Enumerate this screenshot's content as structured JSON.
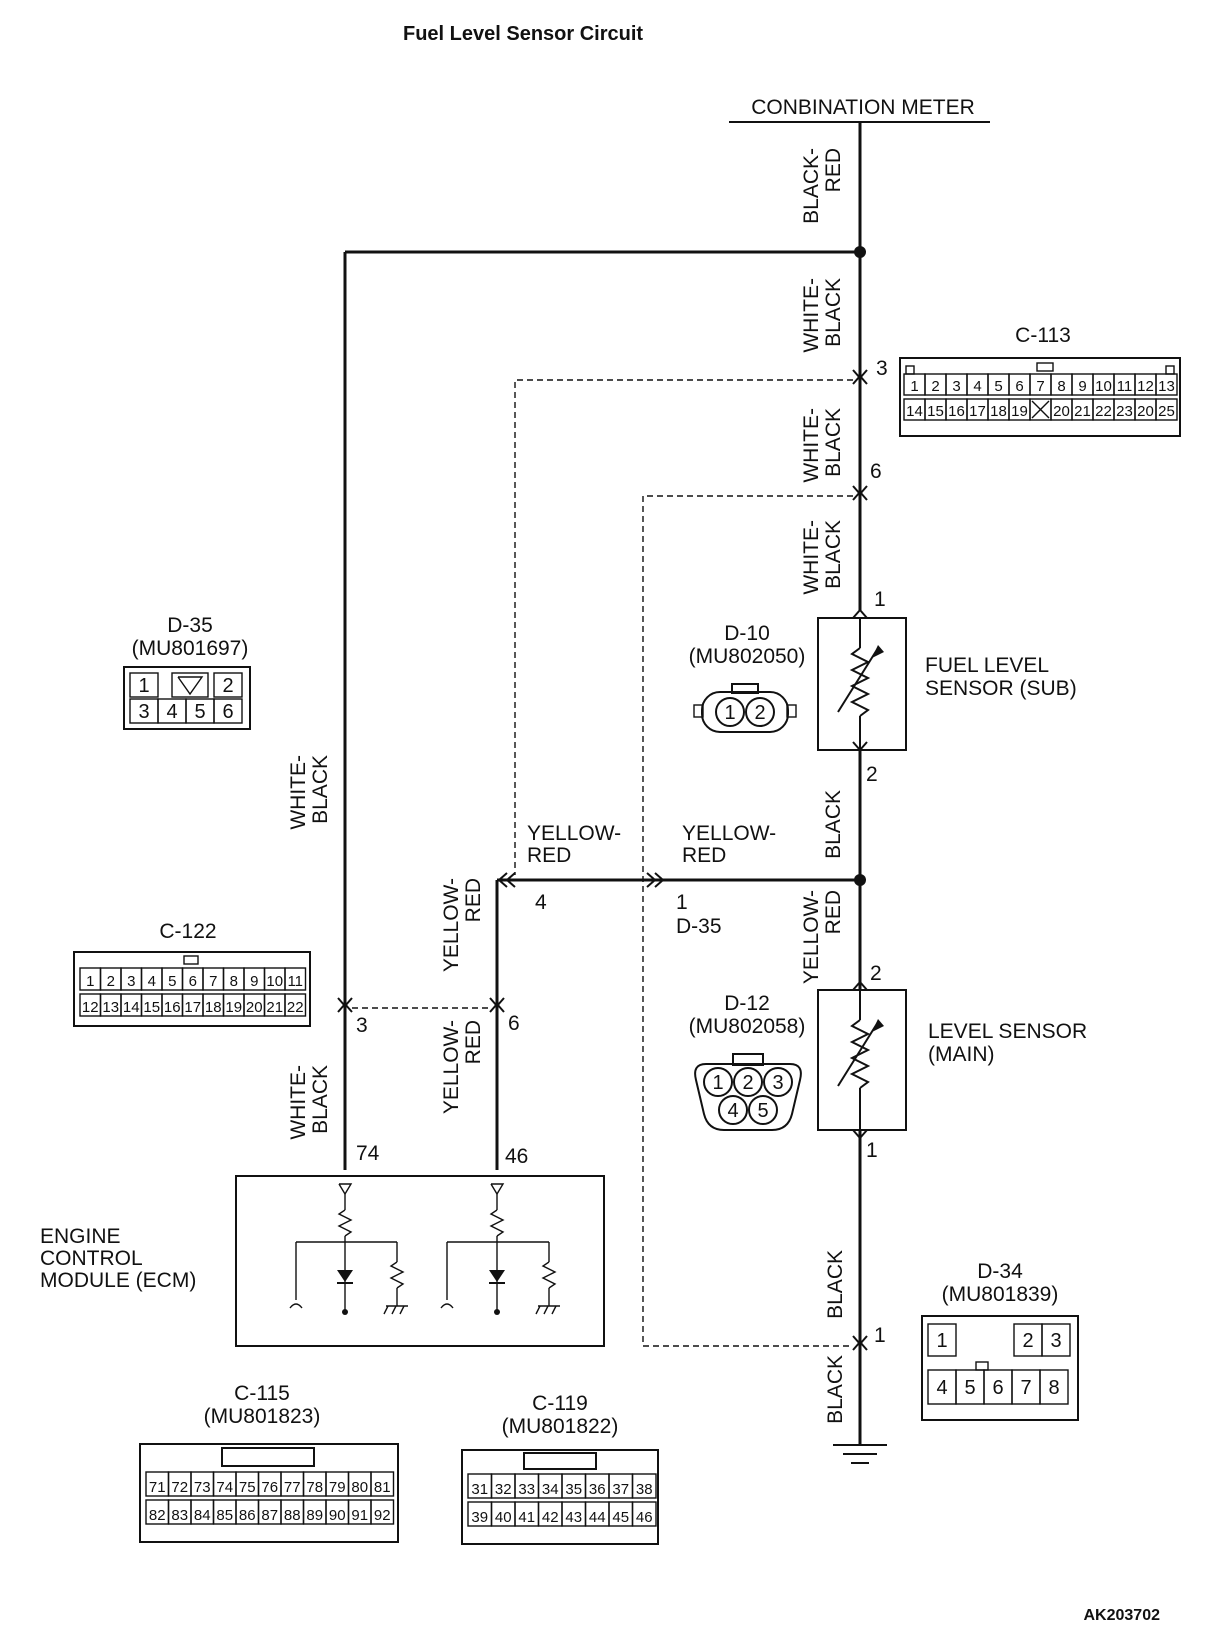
{
  "title": "Fuel Level Sensor Circuit",
  "figure_id": "AK203702",
  "top_label": "CONBINATION METER",
  "wire_colors": {
    "w1": "BLACK-\nRED",
    "w2": "WHITE-\nBLACK",
    "w3": "WHITE-\nBLACK",
    "w4": "WHITE-\nBLACK",
    "w5": "BLACK",
    "w6": "YELLOW-\nRED",
    "w7": "BLACK",
    "w8": "BLACK",
    "w9": "WHITE-\nBLACK",
    "w10": "YELLOW-\nRED",
    "w11": "YELLOW-\nRED",
    "w12": "WHITE-\nBLACK",
    "w13": "YELLOW-\nRED",
    "w14": "YELLOW-\nRED"
  },
  "pins": {
    "p3a": "3",
    "p6a": "6",
    "p1a": "1",
    "p2a": "2",
    "p2b": "2",
    "p1b": "1",
    "p1c": "1",
    "p4": "4",
    "p1d": "1",
    "d35": "D-35",
    "p3b": "3",
    "p6b": "6",
    "p74": "74",
    "p46": "46"
  },
  "components": {
    "sensor_sub": "FUEL LEVEL\nSENSOR (SUB)",
    "sensor_main": "LEVEL SENSOR\n(MAIN)",
    "ecm": "ENGINE\nCONTROL\nMODULE (ECM)"
  },
  "connectors": {
    "c113": {
      "name": "C-113",
      "row1": [
        "1",
        "2",
        "3",
        "4",
        "5",
        "6",
        "7",
        "8",
        "9",
        "10",
        "11",
        "12",
        "13"
      ],
      "row2": [
        "14",
        "15",
        "16",
        "17",
        "18",
        "19",
        "",
        "20",
        "21",
        "22",
        "23",
        "20",
        "25"
      ]
    },
    "c122": {
      "name": "C-122",
      "row1": [
        "1",
        "2",
        "3",
        "4",
        "5",
        "6",
        "7",
        "8",
        "9",
        "10",
        "11"
      ],
      "row2": [
        "12",
        "13",
        "14",
        "15",
        "16",
        "17",
        "18",
        "19",
        "20",
        "21",
        "22"
      ]
    },
    "d35": {
      "name": "D-35",
      "part": "(MU801697)",
      "row1": [
        "1",
        "",
        "2"
      ],
      "row2": [
        "3",
        "4",
        "5",
        "6"
      ]
    },
    "d10": {
      "name": "D-10",
      "part": "(MU802050)",
      "pins": [
        "1",
        "2"
      ]
    },
    "d12": {
      "name": "D-12",
      "part": "(MU802058)",
      "pins": [
        "1",
        "2",
        "3",
        "4",
        "5"
      ]
    },
    "d34": {
      "name": "D-34",
      "part": "(MU801839)",
      "row1": [
        "1",
        "2",
        "3"
      ],
      "row2": [
        "4",
        "5",
        "6",
        "7",
        "8"
      ]
    },
    "c115": {
      "name": "C-115",
      "part": "(MU801823)",
      "row1": [
        "71",
        "72",
        "73",
        "74",
        "75",
        "76",
        "77",
        "78",
        "79",
        "80",
        "81"
      ],
      "row2": [
        "82",
        "83",
        "84",
        "85",
        "86",
        "87",
        "88",
        "89",
        "90",
        "91",
        "92"
      ]
    },
    "c119": {
      "name": "C-119",
      "part": "(MU801822)",
      "row1": [
        "31",
        "32",
        "33",
        "34",
        "35",
        "36",
        "37",
        "38"
      ],
      "row2": [
        "39",
        "40",
        "41",
        "42",
        "43",
        "44",
        "45",
        "46"
      ]
    }
  }
}
